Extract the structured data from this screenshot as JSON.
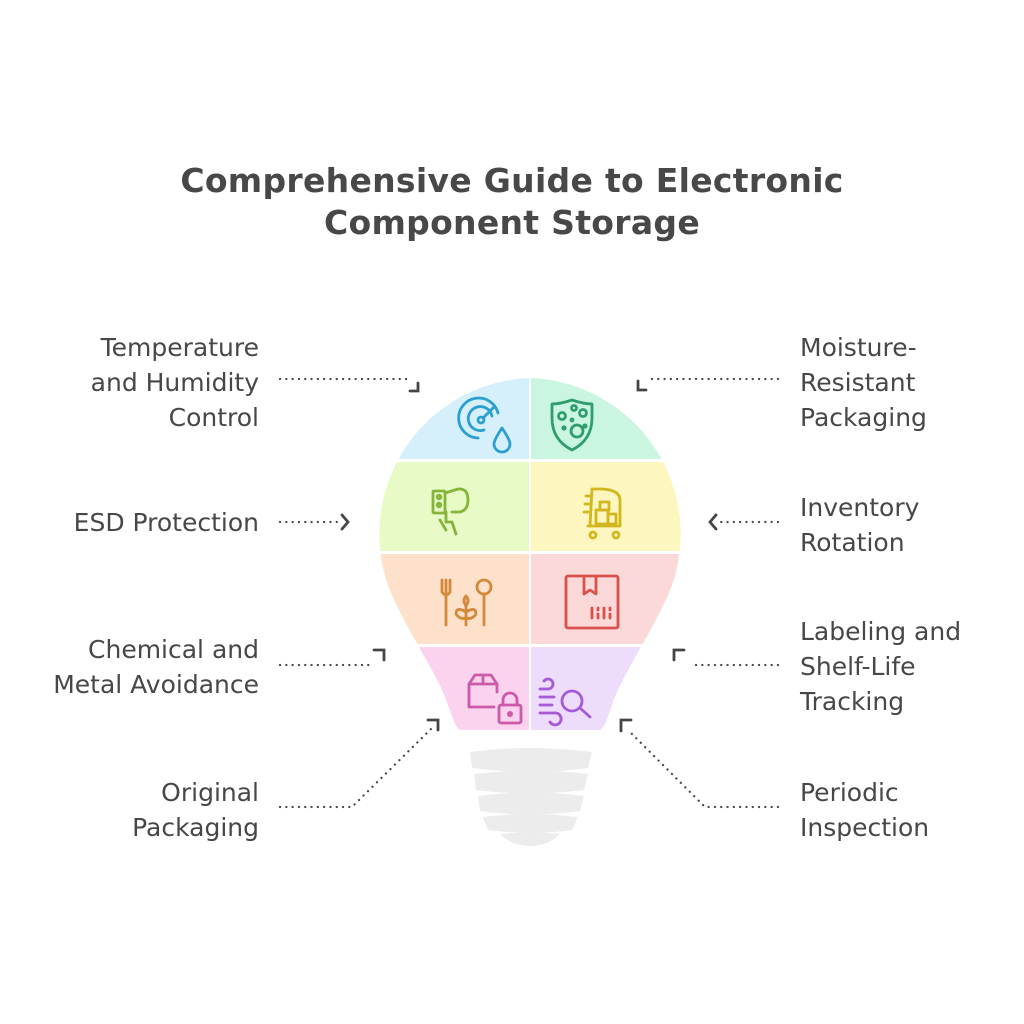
{
  "title": {
    "line1": "Comprehensive Guide to Electronic",
    "line2": "Component Storage"
  },
  "colors": {
    "text": "#474747",
    "connector": "#454545",
    "bulb_base": "#ececec"
  },
  "segments": [
    {
      "id": "temperature-humidity",
      "side": "left",
      "row": 1,
      "fill": "#d6f0fb",
      "icon": "gauge-droplet-icon",
      "icon_color": "#2a9fd0"
    },
    {
      "id": "moisture-resistant",
      "side": "right",
      "row": 1,
      "fill": "#c9f5e1",
      "icon": "shield-dots-icon",
      "icon_color": "#2f9e6a"
    },
    {
      "id": "esd-protection",
      "side": "left",
      "row": 2,
      "fill": "#e8fbc7",
      "icon": "hand-device-icon",
      "icon_color": "#86b43a"
    },
    {
      "id": "inventory-rotation",
      "side": "right",
      "row": 2,
      "fill": "#fdf6be",
      "icon": "cart-boxes-icon",
      "icon_color": "#d1b71d"
    },
    {
      "id": "chemical-metal",
      "side": "left",
      "row": 3,
      "fill": "#fde1cb",
      "icon": "fork-plant-spoon-icon",
      "icon_color": "#d4883a"
    },
    {
      "id": "labeling-shelf-life",
      "side": "right",
      "row": 3,
      "fill": "#fcd9d9",
      "icon": "labeled-box-icon",
      "icon_color": "#d9514c"
    },
    {
      "id": "original-packaging",
      "side": "left",
      "row": 4,
      "fill": "#fbd3ef",
      "icon": "box-lock-icon",
      "icon_color": "#cc5aa8"
    },
    {
      "id": "periodic-inspection",
      "side": "right",
      "row": 4,
      "fill": "#eedcfc",
      "icon": "wind-search-icon",
      "icon_color": "#a55ad6"
    }
  ],
  "labels": {
    "temperature": [
      "Temperature",
      "and Humidity",
      "Control"
    ],
    "esd": [
      "ESD Protection"
    ],
    "chemical": [
      "Chemical and",
      "Metal Avoidance"
    ],
    "original": [
      "Original",
      "Packaging"
    ],
    "moisture": [
      "Moisture-",
      "Resistant",
      "Packaging"
    ],
    "inventory": [
      "Inventory",
      "Rotation"
    ],
    "labeling": [
      "Labeling and",
      "Shelf-Life",
      "Tracking"
    ],
    "periodic": [
      "Periodic",
      "Inspection"
    ]
  }
}
